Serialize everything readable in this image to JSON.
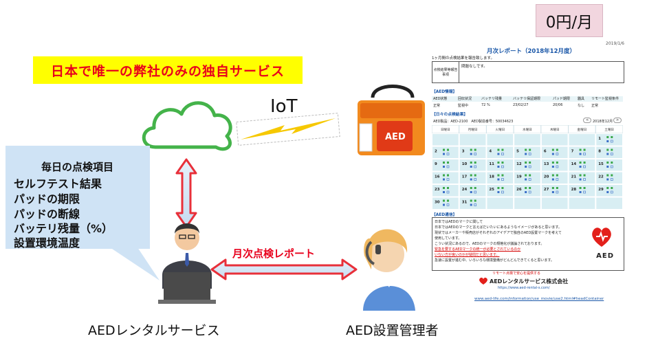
{
  "price": "0円/月",
  "banner": "日本で唯一の弊社のみの独自サービス",
  "iot_label": "IoT",
  "check_box": {
    "title": "毎日の点検項目",
    "items": [
      "セルフテスト結果",
      "パッドの期限",
      "パッドの断線",
      "バッテリ残量（%）",
      "設置環境温度"
    ]
  },
  "arrow_label": "月次点検レポート",
  "captions": {
    "left": "AEDレンタルサービス",
    "right": "AED設置管理者"
  },
  "device_label": "AED",
  "report": {
    "date": "2019/1/6",
    "title": "月次レポート（2018年12月度）",
    "intro": "1ヶ月間の点検結果を報告致します。",
    "table_header": "点検結果等報告事項",
    "table_value": "問題なしです。",
    "section_info": "【AED情報】",
    "info_headers": [
      "AED状態",
      "回収状況",
      "バッテリ残量",
      "バッテリ保証期限",
      "パッド期限",
      "器具",
      "リモート監視条件"
    ],
    "info_values": [
      "正常",
      "監視中",
      "72 %",
      "23/02/27",
      "20/06",
      "なし",
      "正常"
    ],
    "section_daily": "【日々の点検結果】",
    "cal_info": "AED製品：AED-2100　AED製造番号：50034623",
    "cal_month": "2018年12月",
    "weekdays": [
      "日曜日",
      "月曜日",
      "火曜日",
      "水曜日",
      "木曜日",
      "金曜日",
      "土曜日"
    ],
    "day_numbers": [
      "1",
      "2",
      "3",
      "4",
      "5",
      "6",
      "7",
      "8",
      "9",
      "10",
      "11",
      "12",
      "13",
      "14",
      "15",
      "16",
      "17",
      "18",
      "19",
      "20",
      "21",
      "22",
      "23",
      "24",
      "25",
      "26",
      "27",
      "28",
      "29",
      "30",
      "31"
    ],
    "section_notice": "【AED通信】",
    "notice_lines": [
      "日本ではAEDのマークに関して",
      "日本ではAEDのマークと言えばだいたいにあるようなイメージがあると思います。",
      "現状ではメーカーや販売店がそれぞれのアイデアで独自のAED設置マークを考えて",
      "使用しています。",
      "こうい状況にあるので、AEDのマークの規格化が議論されております。",
      "緊急を要するAEDマークの統一が必要とされているのか",
      "いない方が良いのかが疑問だと思います。",
      "急速に設置が進む中、いろいろな環境整備がどんどんできてくると思います。"
    ],
    "aed_logo_text": "AED",
    "company_tagline": "リモート点検で安心を提供する",
    "company_name": "AEDレンタルサービス株式会社",
    "company_url": "https://www.aed-rental-s.com/",
    "link": "www.aed-life.com/information/use_movie/use2.html#headContainer"
  }
}
